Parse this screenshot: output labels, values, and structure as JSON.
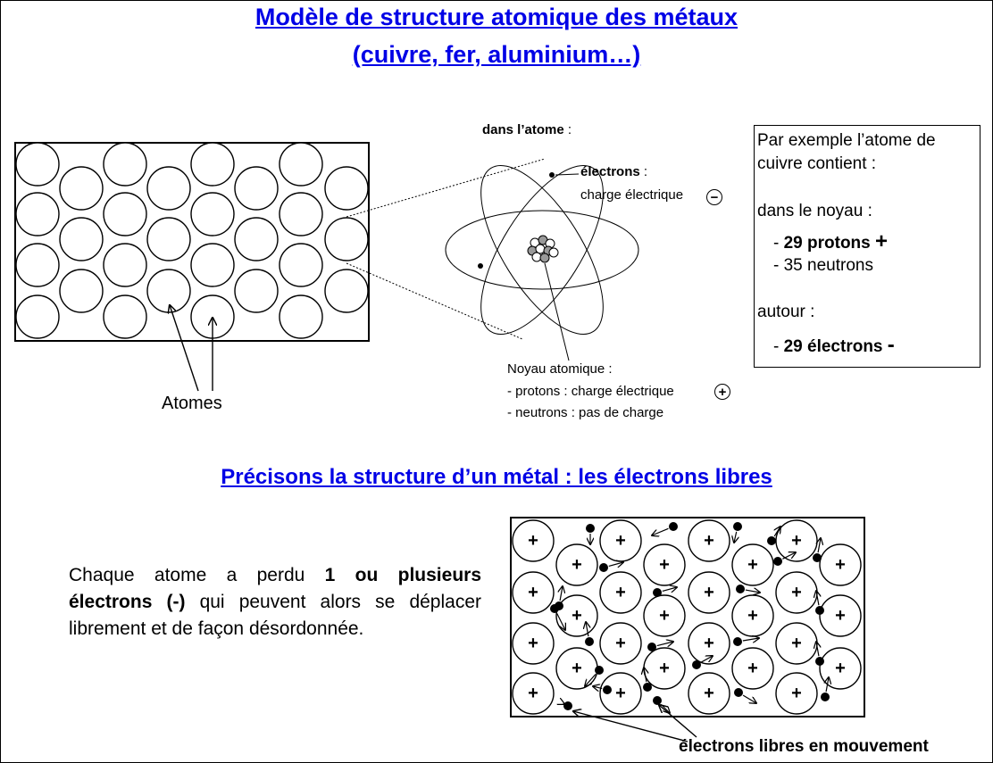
{
  "title": {
    "line1": "Modèle de structure atomique des métaux",
    "line2": "(cuivre, fer, aluminium…)"
  },
  "atoms_panel": {
    "label": "Atomes"
  },
  "atom_diagram": {
    "heading": "dans l’atome",
    "heading_colon": " :",
    "electrons_label": "électrons",
    "electrons_colon": " :",
    "electrons_charge": "charge électrique",
    "electron_symbol": "−",
    "nucleus_title": "Noyau atomique :",
    "protons_line": "- protons : charge électrique",
    "proton_symbol": "+",
    "neutrons_line": "- neutrons : pas de charge"
  },
  "example_box": {
    "intro_line1": "Par exemple l’atome de",
    "intro_line2": "cuivre contient :",
    "nucleus_heading": "dans le noyau :",
    "protons_prefix": "- ",
    "protons_value": "29 protons",
    "protons_sign": "+",
    "neutrons": "- 35 neutrons",
    "around_heading": "autour :",
    "electrons_prefix": "- ",
    "electrons_value": "29 électrons",
    "electrons_sign": "-"
  },
  "section2": {
    "title": "Précisons la structure d’un métal : les électrons libres",
    "text_part1": "Chaque atome a perdu ",
    "text_bold": "1 ou plusieurs électrons (-)",
    "text_part2": " qui peuvent alors se déplacer librement et de façon désordonnée.",
    "ion_sign": "+",
    "free_electrons_label": "électrons libres en mouvement"
  }
}
